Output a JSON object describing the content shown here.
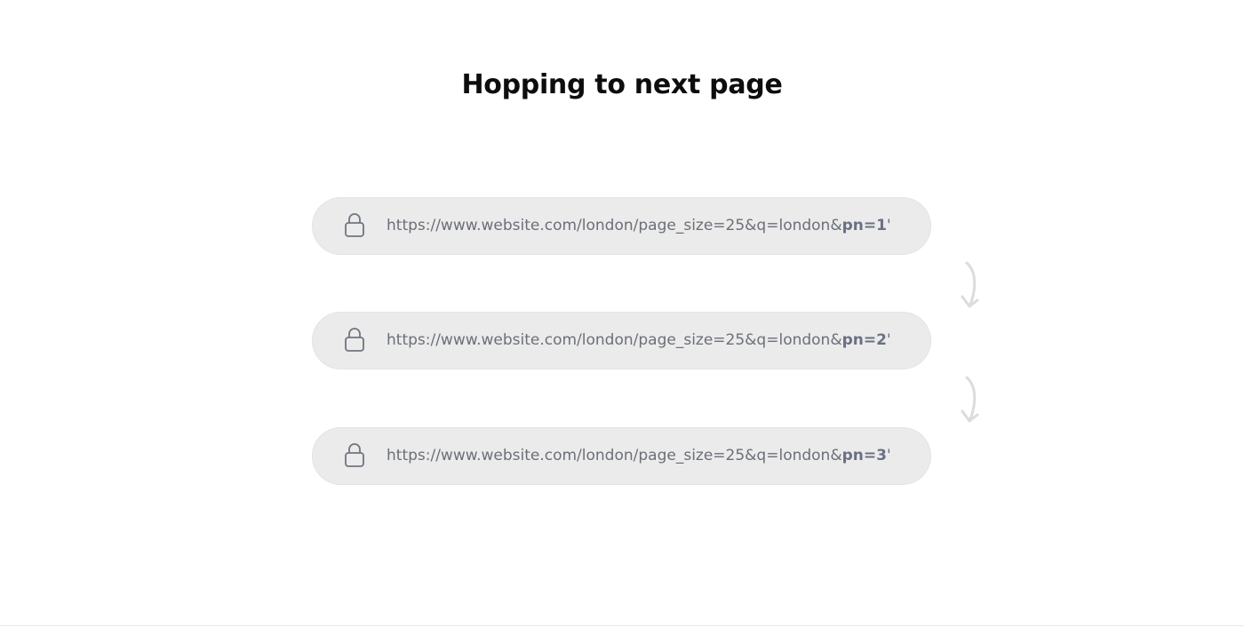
{
  "title": "Hopping to next page",
  "url_bars": [
    {
      "url_prefix": "https://www.website.com/london/page_size=25&q=london&",
      "param": "pn=1",
      "suffix": "'"
    },
    {
      "url_prefix": "https://www.website.com/london/page_size=25&q=london&",
      "param": "pn=2",
      "suffix": "'"
    },
    {
      "url_prefix": "https://www.website.com/london/page_size=25&q=london&",
      "param": "pn=3",
      "suffix": "'"
    }
  ],
  "icons": {
    "lock": "lock-icon",
    "arrow": "curved-arrow-down-icon"
  },
  "colors": {
    "background": "#ffffff",
    "bar_fill": "#ebebeb",
    "url_text": "#6b6f78",
    "param_text": "#6a7183",
    "title_text": "#0d0d0d",
    "arrow": "#dcdcdc"
  }
}
